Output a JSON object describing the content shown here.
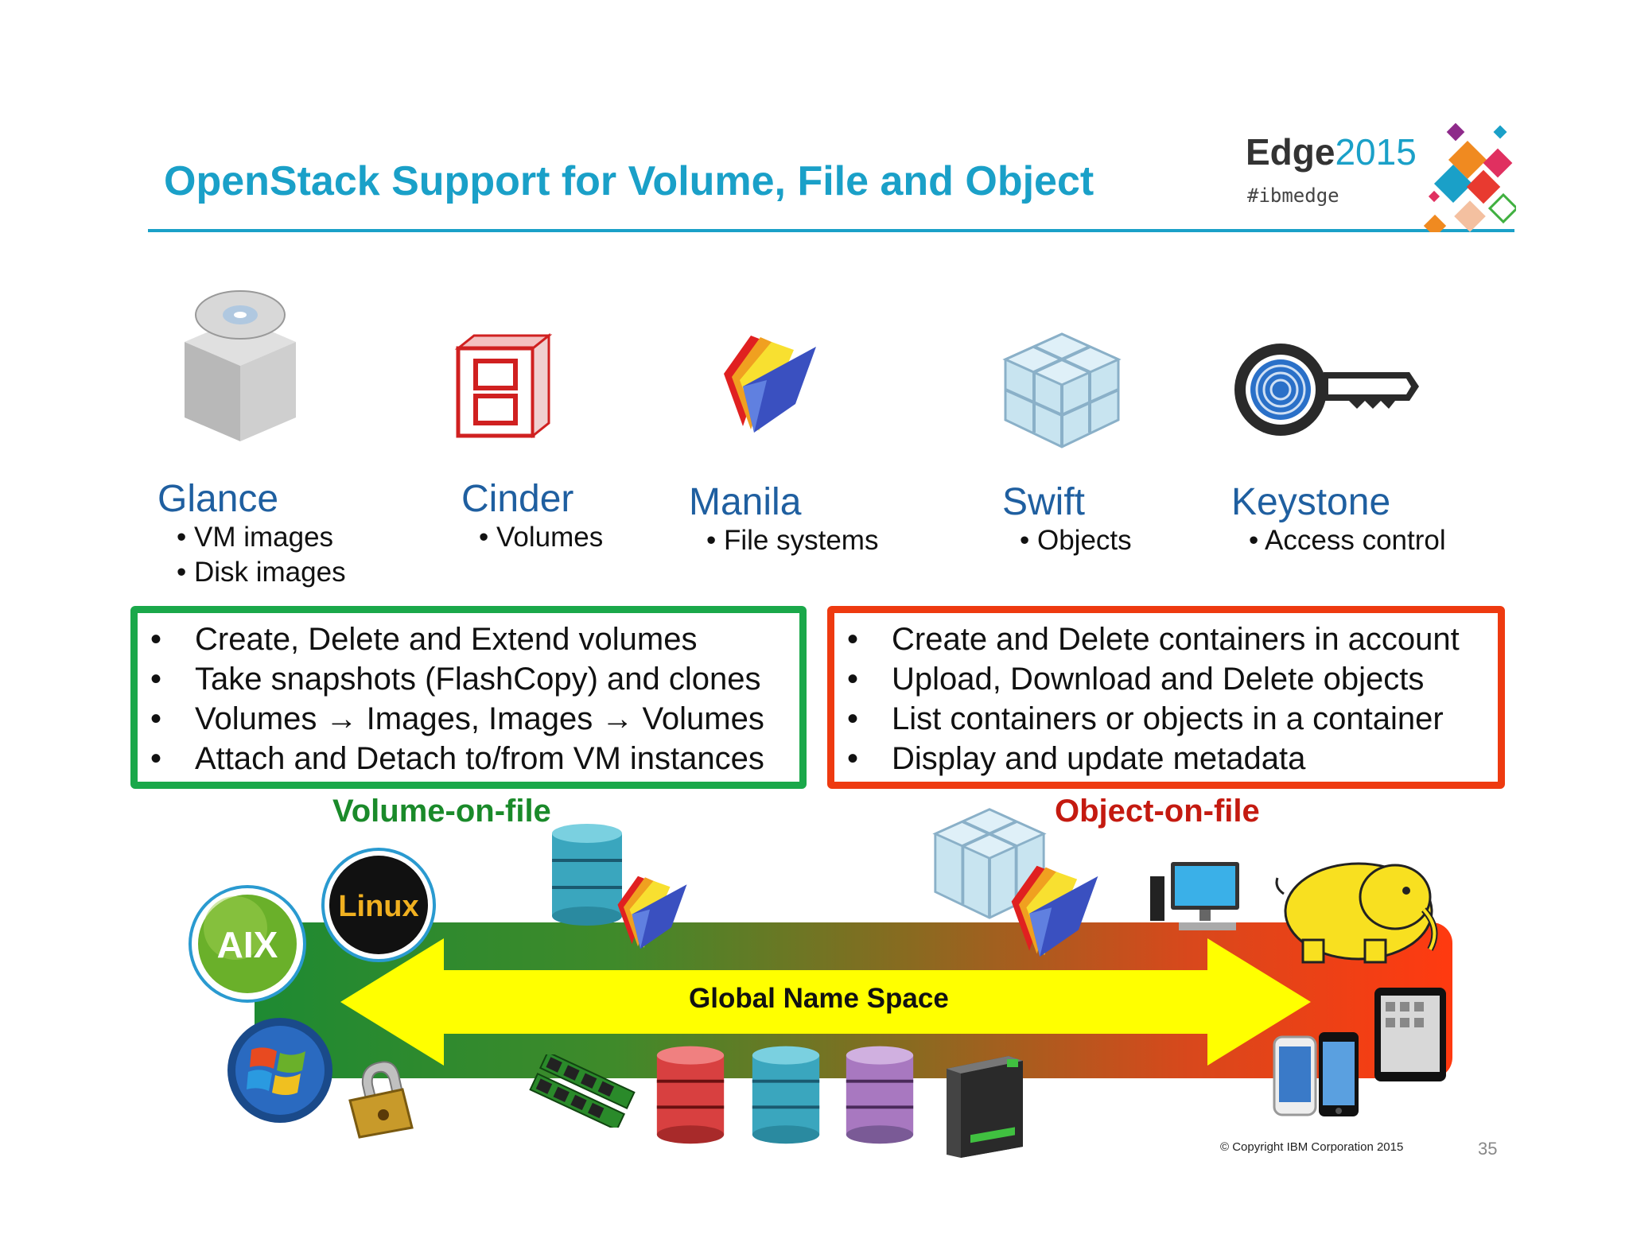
{
  "header": {
    "title": "OpenStack Support for Volume, File and Object",
    "brand_word": "Edge",
    "brand_year": "2015",
    "hashtag": "#ibmedge"
  },
  "services": [
    {
      "name": "Glance",
      "bullets": [
        "• VM images",
        "• Disk images"
      ]
    },
    {
      "name": "Cinder",
      "bullets": [
        "• Volumes"
      ]
    },
    {
      "name": "Manila",
      "bullets": [
        "• File systems"
      ]
    },
    {
      "name": "Swift",
      "bullets": [
        "• Objects"
      ]
    },
    {
      "name": "Keystone",
      "bullets": [
        "• Access control"
      ]
    }
  ],
  "volume_box": {
    "color": "#1aa84a",
    "items": [
      "Create, Delete and Extend volumes",
      "Take snapshots (FlashCopy) and clones",
      "Volumes → Images, Images → Volumes",
      "Attach and Detach to/from VM instances"
    ]
  },
  "object_box": {
    "color": "#ee3a10",
    "items": [
      "Create and Delete containers in account",
      "Upload, Download and Delete objects",
      "List containers or objects in a container",
      "Display and update metadata"
    ]
  },
  "labels": {
    "volume_on_file": "Volume-on-file",
    "object_on_file": "Object-on-file",
    "global_name_space": "Global Name Space",
    "aix": "AIX",
    "linux": "Linux"
  },
  "icons": [
    "disk-cube-icon",
    "red-cabinet-icon",
    "folders-icon",
    "cube-grid-icon",
    "fingerprint-key-icon",
    "aix-logo-icon",
    "linux-logo-icon",
    "windows-logo-icon",
    "padlock-icon",
    "database-icon",
    "memory-module-icon",
    "tape-cartridge-icon",
    "desktop-computer-icon",
    "hadoop-elephant-icon",
    "smartphone-icon",
    "tablet-icon"
  ],
  "footer": {
    "copyright": "© Copyright IBM Corporation 2015",
    "page_number": "35"
  }
}
